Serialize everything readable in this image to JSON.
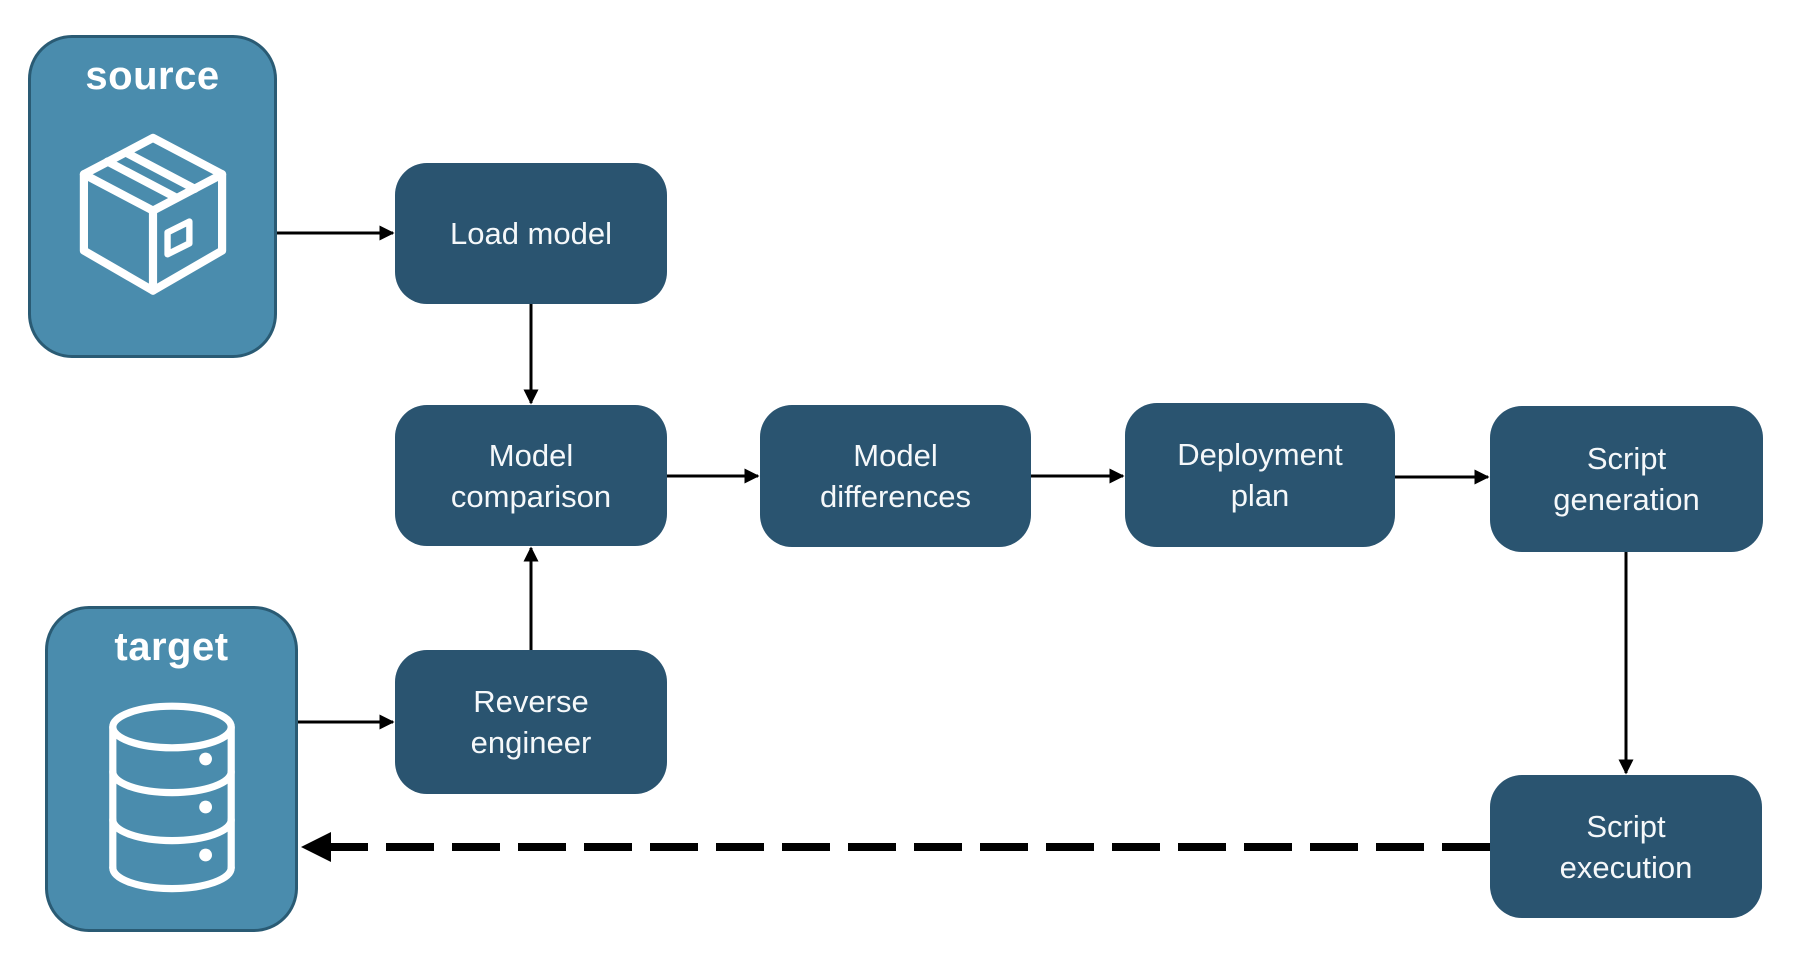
{
  "diagram": {
    "background_color": "#ffffff",
    "colors": {
      "entity_fill": "#4A8CAD",
      "entity_border": "#2A5B74",
      "step_fill": "#2A5470",
      "label_text": "#FFFFFF",
      "arrow": "#000000"
    },
    "entities": [
      {
        "id": "source",
        "label": "source",
        "icon": "package-icon"
      },
      {
        "id": "target",
        "label": "target",
        "icon": "database-icon"
      }
    ],
    "steps": [
      {
        "id": "load-model",
        "label": "Load model"
      },
      {
        "id": "model-comparison",
        "label": "Model comparison"
      },
      {
        "id": "model-differences",
        "label": "Model differences"
      },
      {
        "id": "deployment-plan",
        "label": "Deployment plan"
      },
      {
        "id": "script-generation",
        "label": "Script generation"
      },
      {
        "id": "reverse-engineer",
        "label": "Reverse engineer"
      },
      {
        "id": "script-execution",
        "label": "Script execution"
      }
    ],
    "flows": [
      {
        "from": "source",
        "to": "Load model",
        "style": "solid"
      },
      {
        "from": "Load model",
        "to": "Model comparison",
        "style": "solid"
      },
      {
        "from": "Model comparison",
        "to": "Model differences",
        "style": "solid"
      },
      {
        "from": "Model differences",
        "to": "Deployment plan",
        "style": "solid"
      },
      {
        "from": "Deployment plan",
        "to": "Script generation",
        "style": "solid"
      },
      {
        "from": "Script generation",
        "to": "Script execution",
        "style": "solid"
      },
      {
        "from": "target",
        "to": "Reverse engineer",
        "style": "solid"
      },
      {
        "from": "Reverse engineer",
        "to": "Model comparison",
        "style": "solid"
      },
      {
        "from": "Script execution",
        "to": "target",
        "style": "dashed"
      }
    ]
  }
}
